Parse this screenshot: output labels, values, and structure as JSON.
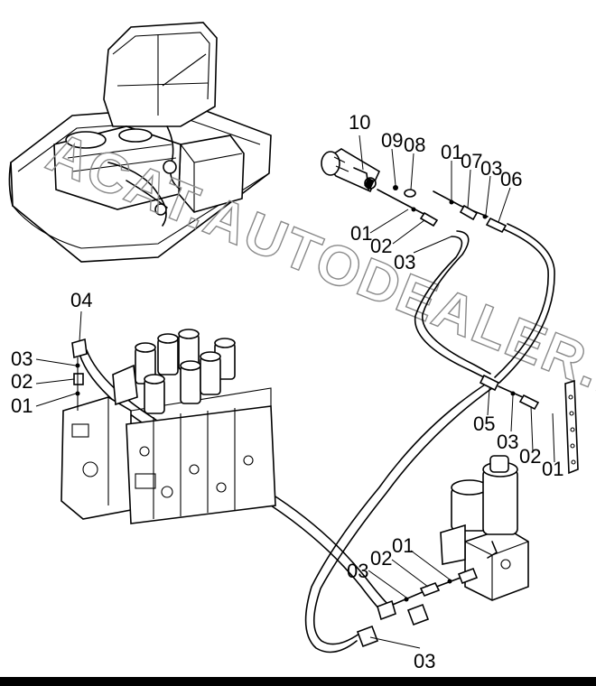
{
  "watermark": "ACAT.AUTODEALER.RU",
  "callouts": {
    "c10": "10",
    "c09": "09",
    "c08": "08",
    "c01_top": "01",
    "c07": "07",
    "c03_top": "03",
    "c06": "06",
    "c01_mid": "01",
    "c02_mid": "02",
    "c03_mid": "03",
    "c04": "04",
    "c03_left": "03",
    "c02_left": "02",
    "c01_left": "01",
    "c05": "05",
    "c03_right": "03",
    "c02_right": "02",
    "c01_right": "01",
    "c03_bl": "03",
    "c02_bl": "02",
    "c01_bl": "01",
    "c03_bottom": "03"
  }
}
